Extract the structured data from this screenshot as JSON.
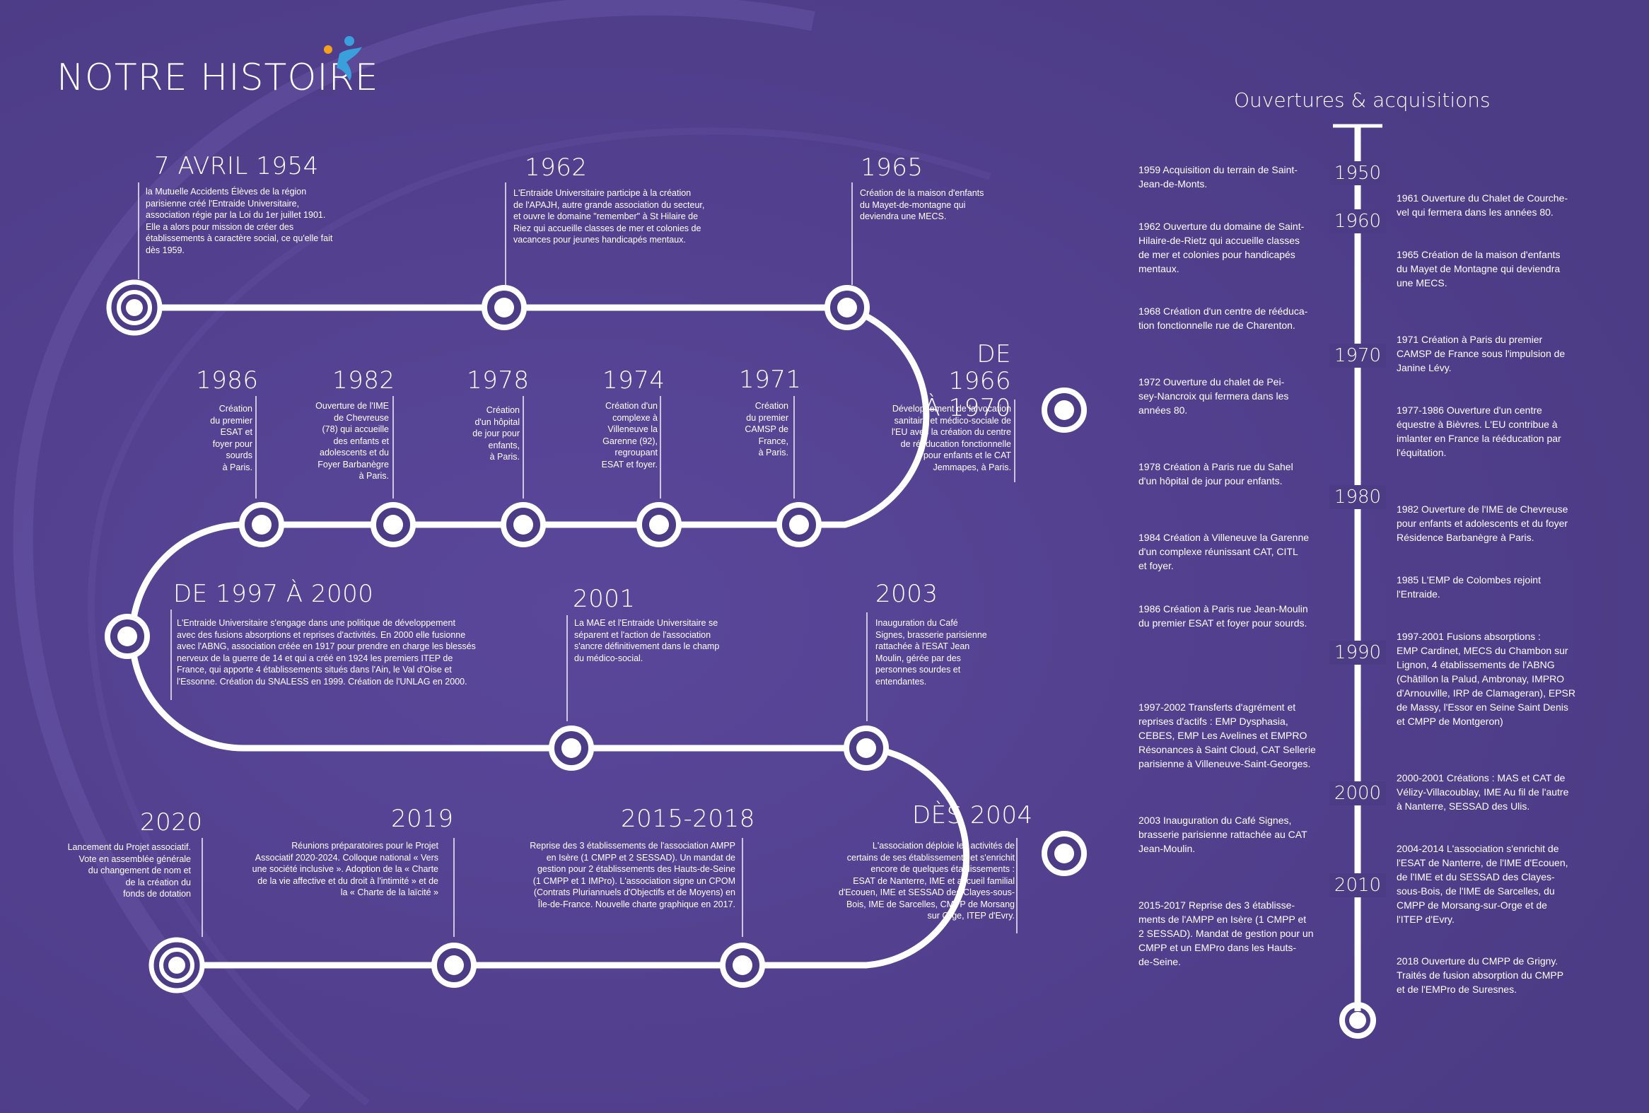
{
  "page_title": "NOTRE HISTOIRE",
  "colors": {
    "background": "#4c3b85",
    "line": "#ffffff",
    "logo_orange": "#f5a21b",
    "logo_blue": "#3aa0dc"
  },
  "events": [
    {
      "title": "7 AVRIL 1954",
      "text": "la Mutuelle Accidents Élèves de la région\nparisienne créé l'Entraide Universitaire,\nassociation régie par la Loi du 1er juillet 1901.\nElle a alors pour mission de créer des\nétablissements à caractère social, ce qu'elle fait\ndès 1959."
    },
    {
      "title": "1962",
      "text": "L'Entraide Universitaire participe à la création\nde l'APAJH, autre grande association du secteur,\net ouvre le domaine \"remember\" à St Hilaire de\nRiez qui accueille classes de mer et colonies de\nvacances pour jeunes handicapés mentaux."
    },
    {
      "title": "1965",
      "text": "Création de la maison d'enfants\ndu Mayet-de-montagne qui\ndeviendra une MECS."
    },
    {
      "title": "DE 1966\nÀ 1970",
      "text": "Développement de la vocation\nsanitaire et médico-sociale de\nl'EU avec la création du centre\nde rééducation fonctionnelle\npour enfants et le CAT\nJemmapes, à Paris."
    },
    {
      "title": "1971",
      "text": "Création\ndu premier\nCAMSP de\nFrance,\nà Paris."
    },
    {
      "title": "1974",
      "text": "Création d'un\ncomplexe à\nVilleneuve la\nGarenne (92),\nregroupant\nESAT et foyer."
    },
    {
      "title": "1978",
      "text": "Création\nd'un hôpital\nde jour pour\nenfants,\nà Paris."
    },
    {
      "title": "1982",
      "text": "Ouverture de l'IME\nde Chevreuse\n(78) qui accueille\ndes enfants et\nadolescents et du\nFoyer Barbanègre\nà Paris."
    },
    {
      "title": "1986",
      "text": "Création\ndu premier\nESAT et\nfoyer pour\nsourds\nà Paris."
    },
    {
      "title": "DE 1997 À 2000",
      "text": "L'Entraide Universitaire s'engage dans une politique de développement\navec des fusions absorptions et reprises d'activités. En 2000 elle fusionne\navec l'ABNG, association créée en 1917 pour prendre en charge les blessés\nnerveux de la guerre de 14 et qui a créé en 1924 les premiers ITEP de\nFrance, qui apporte 4 établissements situés dans l'Ain, le Val d'Oise et\nl'Essonne. Création du SNALESS en 1999. Création de l'UNLAG en 2000."
    },
    {
      "title": "2001",
      "text": "La MAE et l'Entraide Universitaire se\nséparent et l'action de l'association\ns'ancre définitivement dans le champ\ndu médico-social."
    },
    {
      "title": "2003",
      "text": "Inauguration du Café\nSignes, brasserie parisienne\nrattachée à l'ESAT Jean\nMoulin, gérée par des\npersonnes sourdes et\nentendantes."
    },
    {
      "title": "DÈS 2004",
      "text": "L'association déploie les activités de\ncertains de ses établissements et s'enrichit\nencore de quelques établissements :\nESAT de Nanterre, IME et accueil familial\nd'Ecouen, IME et SESSAD des Clayes-sous-\nBois, IME de Sarcelles, CMPP de Morsang\nsur Orge, ITEP d'Evry."
    },
    {
      "title": "2015-2018",
      "text": "Reprise des 3 établissements de l'association AMPP\nen Isère (1 CMPP et 2 SESSAD). Un mandat de\ngestion pour 2 établissements des Hauts-de-Seine\n(1 CMPP et 1 IMPro). L'association signe un CPOM\n(Contrats Pluriannuels d'Objectifs et de Moyens) en\nÎle-de-France. Nouvelle charte graphique en 2017."
    },
    {
      "title": "2019",
      "text": "Réunions préparatoires pour le Projet\nAssociatif 2020-2024. Colloque national « Vers\nune société inclusive ». Adoption de la « Charte\nde la vie affective et du droit à l'intimité » et de\nla « Charte de la laïcité »"
    },
    {
      "title": "2020",
      "text": "Lancement du Projet associatif.\nVote en assemblée générale\ndu changement de nom et\nde la création du\nfonds de dotation"
    }
  ],
  "right_timeline": {
    "title": "Ouvertures & acquisitions",
    "years": [
      "1950",
      "1960",
      "1970",
      "1980",
      "1990",
      "2000",
      "2010"
    ],
    "left_items": [
      "1959  Acquisition du terrain de Saint-\nJean-de-Monts.",
      "1962  Ouverture du domaine de Saint-\nHilaire-de-Rietz qui accueille classes\nde mer et colonies pour handicapés\nmentaux.",
      "1968  Création d'un centre de rééduca-\ntion fonctionnelle rue de Charenton.",
      "1972  Ouverture du chalet de Pei-\nsey-Nancroix qui fermera dans les\nannées 80.",
      "1978  Création à Paris rue du Sahel\nd'un hôpital de jour pour enfants.",
      "1984  Création à Villeneuve la Garenne\nd'un complexe réunissant CAT, CITL\net foyer.",
      "1986   Création à Paris rue Jean-Moulin\ndu premier ESAT et foyer pour sourds.",
      "1997-2002 Transferts d'agrément et\nreprises d'actifs : EMP Dysphasia,\nCEBES, EMP Les Avelines et EMPRO\nRésonances à Saint Cloud,  CAT Sellerie\nparisienne à Villeneuve-Saint-Georges.",
      "2003  Inauguration du Café Signes,\nbrasserie parisienne rattachée au CAT\nJean-Moulin.",
      "2015-2017 Reprise des 3 établisse-\nments de l'AMPP en Isère (1 CMPP et\n2 SESSAD). Mandat de gestion pour un\nCMPP et un EMPro dans les Hauts-\nde-Seine."
    ],
    "right_items": [
      "1961  Ouverture du Chalet de Courche-\nvel qui fermera dans les années 80.",
      "1965  Création de la maison d'enfants\ndu Mayet de Montagne qui deviendra\nune MECS.",
      "1971  Création à Paris du premier\nCAMSP de France sous l'impulsion de\nJanine Lévy.",
      "1977-1986 Ouverture d'un centre\néquestre à Bièvres. L'EU contribue à\nimlanter en France la rééducation par\nl'équitation.",
      "1982  Ouverture de l'IME de Chevreuse\npour enfants et adolescents et du foyer\nRésidence Barbanègre à Paris.",
      "1985  L'EMP de Colombes rejoint\nl'Entraide.",
      "1997-2001 Fusions absorptions :\nEMP Cardinet, MECS du Chambon sur\nLignon, 4 établissements de l'ABNG\n(Châtillon la Palud, Ambronay, IMPRO\nd'Arnouville, IRP de Clamageran), EPSR\nde Massy, l'Essor en Seine Saint Denis\net CMPP de Montgeron)",
      "2000-2001 Créations : MAS et CAT de\nVélizy-Villacoublay, IME Au fil de l'autre\nà Nanterre, SESSAD des Ulis.",
      "2004-2014 L'association s'enrichit de\nl'ESAT de Nanterre, de l'IME d'Ecouen,\nde l'IME et du SESSAD des Clayes-\nsous-Bois, de l'IME de Sarcelles, du\nCMPP de Morsang-sur-Orge et de\nl'ITEP d'Evry.",
      "2018  Ouverture du CMPP de Grigny.\nTraités de fusion absorption du CMPP\net de l'EMPro de Suresnes."
    ]
  }
}
